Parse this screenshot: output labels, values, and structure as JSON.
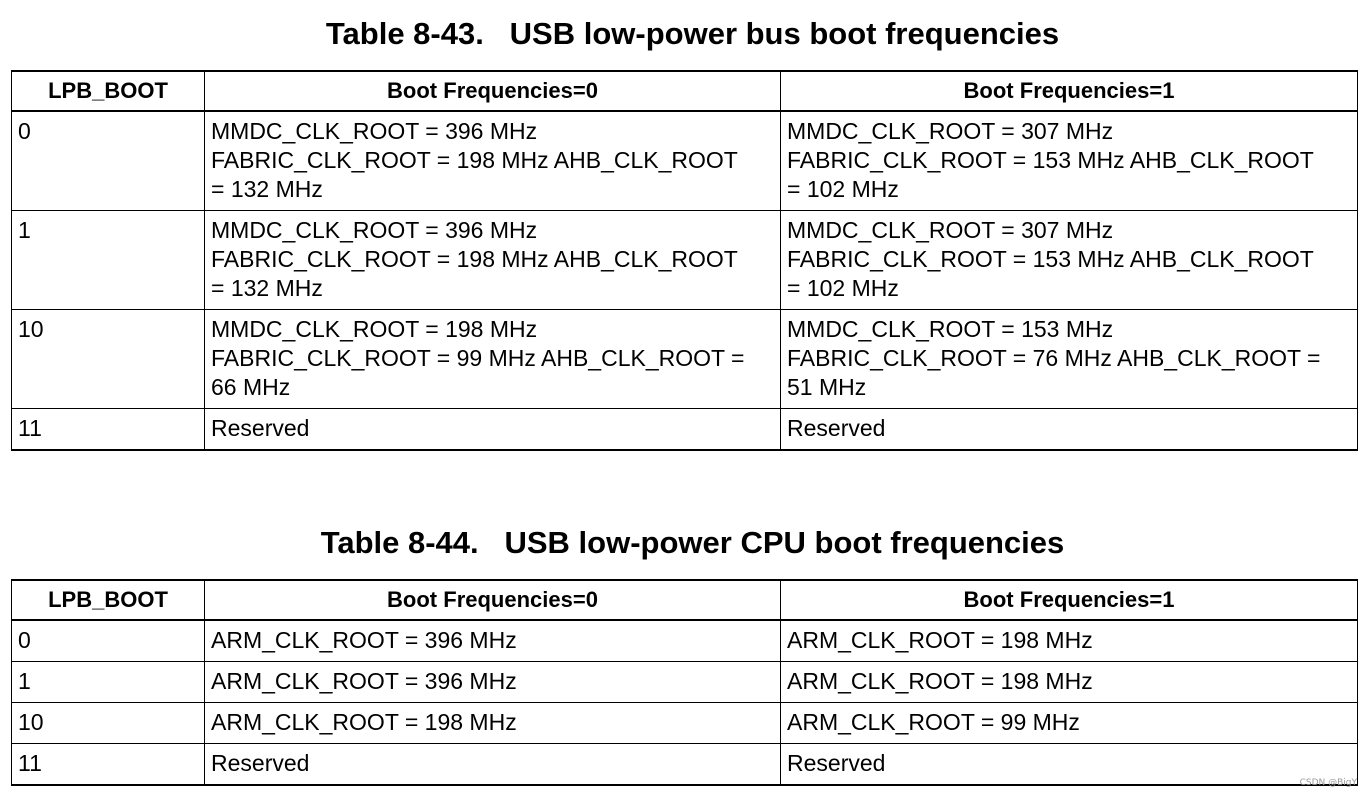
{
  "table1": {
    "caption": "Table 8-43.   USB low-power bus boot frequencies",
    "headers": [
      "LPB_BOOT",
      "Boot Frequencies=0",
      "Boot Frequencies=1"
    ],
    "rows": [
      {
        "lpb": "0",
        "freq0": [
          "MMDC_CLK_ROOT = 396 MHz",
          "FABRIC_CLK_ROOT = 198 MHz AHB_CLK_ROOT",
          "= 132 MHz"
        ],
        "freq1": [
          "MMDC_CLK_ROOT = 307 MHz",
          "FABRIC_CLK_ROOT = 153 MHz AHB_CLK_ROOT",
          "= 102 MHz"
        ]
      },
      {
        "lpb": "1",
        "freq0": [
          "MMDC_CLK_ROOT = 396 MHz",
          "FABRIC_CLK_ROOT = 198 MHz AHB_CLK_ROOT",
          "= 132 MHz"
        ],
        "freq1": [
          "MMDC_CLK_ROOT = 307 MHz",
          "FABRIC_CLK_ROOT = 153 MHz AHB_CLK_ROOT",
          "= 102 MHz"
        ]
      },
      {
        "lpb": "10",
        "freq0": [
          "MMDC_CLK_ROOT = 198 MHz",
          "FABRIC_CLK_ROOT = 99 MHz AHB_CLK_ROOT =",
          "66 MHz"
        ],
        "freq1": [
          "MMDC_CLK_ROOT = 153 MHz",
          "FABRIC_CLK_ROOT = 76 MHz AHB_CLK_ROOT =",
          "51 MHz"
        ]
      },
      {
        "lpb": "11",
        "freq0": [
          "Reserved"
        ],
        "freq1": [
          "Reserved"
        ]
      }
    ]
  },
  "table2": {
    "caption": "Table 8-44.   USB low-power CPU boot frequencies",
    "headers": [
      "LPB_BOOT",
      "Boot Frequencies=0",
      "Boot Frequencies=1"
    ],
    "rows": [
      {
        "lpb": "0",
        "freq0": "ARM_CLK_ROOT = 396 MHz",
        "freq1": "ARM_CLK_ROOT = 198 MHz"
      },
      {
        "lpb": "1",
        "freq0": "ARM_CLK_ROOT = 396 MHz",
        "freq1": "ARM_CLK_ROOT = 198 MHz"
      },
      {
        "lpb": "10",
        "freq0": "ARM_CLK_ROOT = 198 MHz",
        "freq1": "ARM_CLK_ROOT = 99 MHz"
      },
      {
        "lpb": "11",
        "freq0": "Reserved",
        "freq1": "Reserved"
      }
    ]
  },
  "watermark": "CSDN @BigY"
}
